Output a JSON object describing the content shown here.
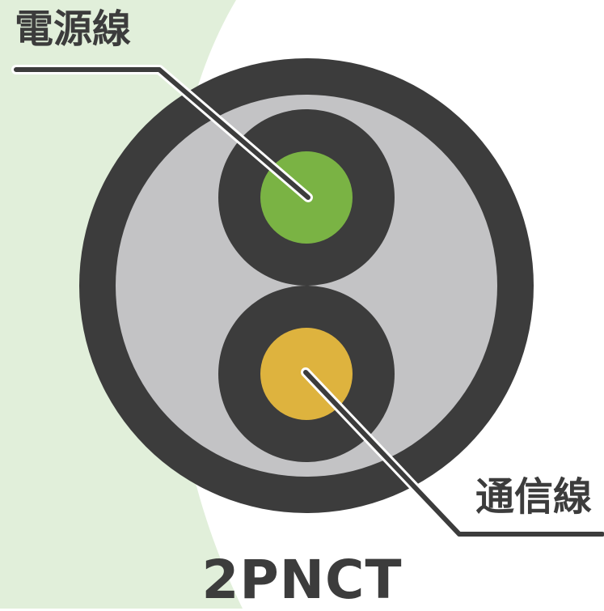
{
  "labels": {
    "power_line": "電源線",
    "comm_line": "通信線",
    "cable_type": "2PNCT"
  },
  "colors": {
    "background": "#ffffff",
    "background_accent": "#e1efda",
    "outer_sheath": "#3c3c3c",
    "filler": "#c3c3c5",
    "conductor_insulation": "#3c3c3c",
    "power_conductor": "#7ab344",
    "comm_conductor": "#deb33e",
    "leader_line": "#3c3c3c",
    "leader_outline": "#ffffff",
    "text": "#3c3c3c"
  },
  "icons": {
    "power_conductor": "green-conductor-circle",
    "comm_conductor": "yellow-conductor-circle"
  }
}
